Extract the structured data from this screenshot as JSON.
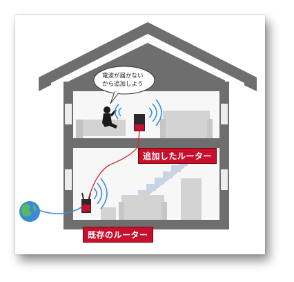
{
  "bubble": {
    "line1": "電波が届かない",
    "line2": "から追加しよう"
  },
  "labels": {
    "added_router": "追加したルーター",
    "existing_router": "既存のルーター"
  },
  "colors": {
    "house": "#6e6e6e",
    "furniture": "#d3d3d3",
    "wall": "#ececec",
    "router_red": "#c8102e",
    "wave": "#3a8fd8",
    "cable": "#d22626",
    "globe_cable": "#3a8fd8"
  }
}
